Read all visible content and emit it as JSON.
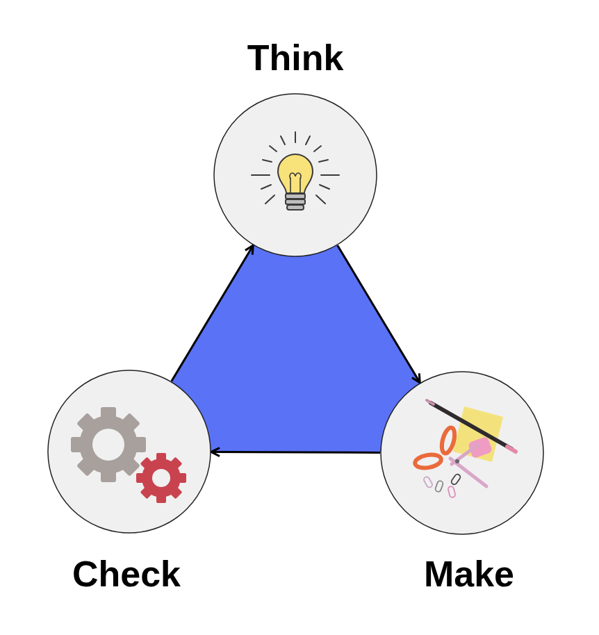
{
  "diagram": {
    "nodes": [
      {
        "text": [
          "Think"
        ]
      },
      {
        "text": [
          "Make"
        ]
      },
      {
        "text": [
          "Check"
        ]
      }
    ],
    "edges": [
      {
        "from": 0,
        "to": 1,
        "arrow": "to"
      },
      {
        "from": 1,
        "to": 2,
        "arrow": "to"
      },
      {
        "from": 2,
        "to": 0,
        "arrow": "to"
      }
    ]
  }
}
